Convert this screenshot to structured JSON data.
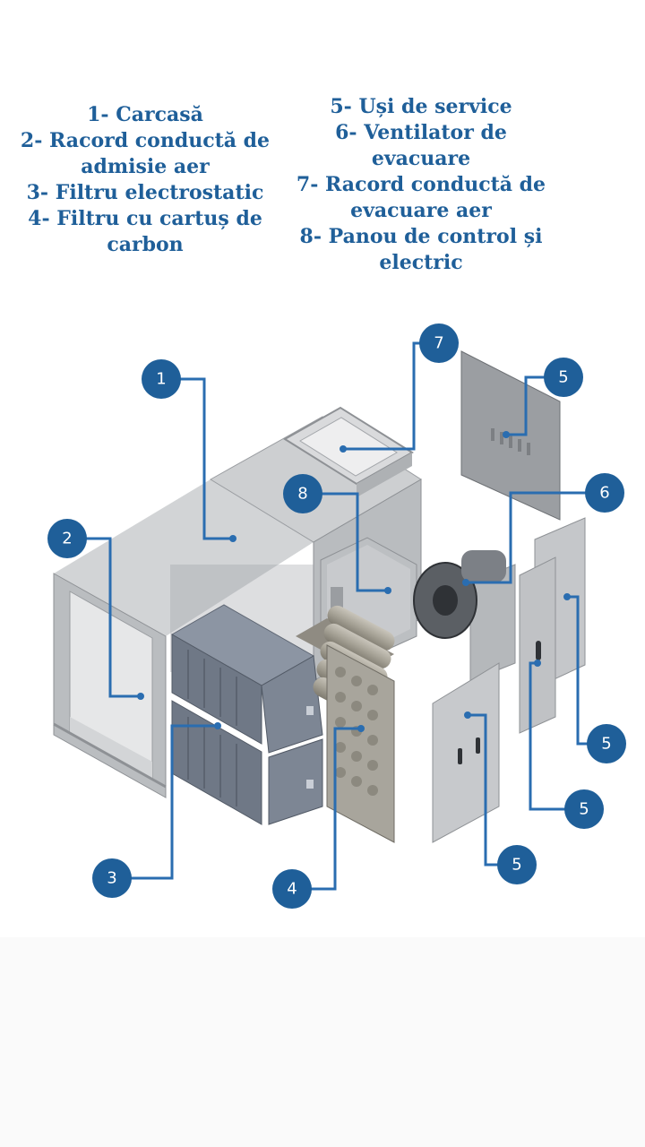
{
  "legend": {
    "left": [
      "1- Carcasă",
      "2- Racord conductă de admisie aer",
      "3- Filtru electrostatic",
      "4- Filtru cu cartuș de carbon"
    ],
    "right": [
      "5- Uși de service",
      "6- Ventilator de evacuare",
      "7- Racord conductă de evacuare aer",
      "8- Panou de control și electric"
    ]
  },
  "callouts": [
    "1",
    "2",
    "3",
    "4",
    "5",
    "5",
    "5",
    "5",
    "6",
    "7",
    "8"
  ],
  "colors": {
    "legend_text": "#1f5f99",
    "callout_fill": "#1f5f99",
    "leader_line": "#2a6db0",
    "housing": "#c7c9cb",
    "filter_unit": "#7a8494",
    "carbon_cartridge": "#a29e93"
  }
}
